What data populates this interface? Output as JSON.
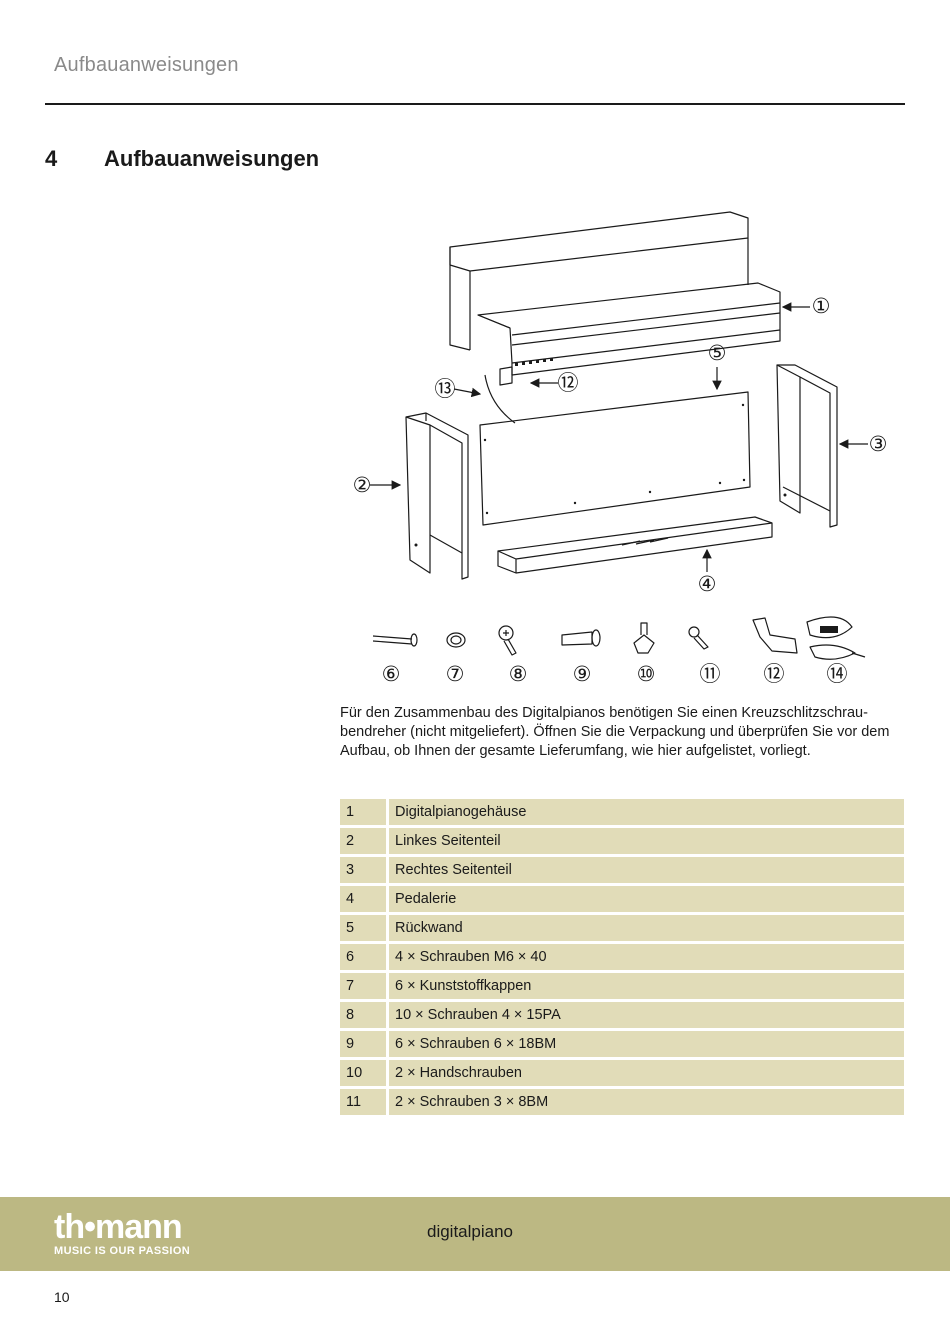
{
  "header": {
    "running_title": "Aufbauanweisungen"
  },
  "section": {
    "number": "4",
    "title": "Aufbauanweisungen"
  },
  "diagram": {
    "callouts": [
      "①",
      "②",
      "③",
      "④",
      "⑤",
      "⑥",
      "⑦",
      "⑧",
      "⑨",
      "⑩",
      "⑪",
      "⑫",
      "⑬",
      "⑭"
    ]
  },
  "intro_text": "Für den Zusammenbau des Digitalpianos benötigen Sie einen Kreuzschlitzschrau­bendreher (nicht mitgeliefert). Öffnen Sie die Verpackung und überprüfen Sie vor dem Aufbau, ob Ihnen der gesamte Lieferumfang, wie hier aufgelistet, vorliegt.",
  "parts_table": [
    {
      "num": "1",
      "item": "Digitalpianogehäuse"
    },
    {
      "num": "2",
      "item": "Linkes Seitenteil"
    },
    {
      "num": "3",
      "item": "Rechtes Seitenteil"
    },
    {
      "num": "4",
      "item": "Pedalerie"
    },
    {
      "num": "5",
      "item": "Rückwand"
    },
    {
      "num": "6",
      "item": "4 × Schrauben M6 × 40"
    },
    {
      "num": "7",
      "item": "6 × Kunststoffkappen"
    },
    {
      "num": "8",
      "item": "10 × Schrauben 4 × 15PA"
    },
    {
      "num": "9",
      "item": "6 × Schrauben 6 × 18BM"
    },
    {
      "num": "10",
      "item": "2 × Handschrauben"
    },
    {
      "num": "11",
      "item": "2 × Schrauben 3 × 8BM"
    }
  ],
  "footer": {
    "logo_wordmark": "th•mann",
    "logo_tagline": "MUSIC IS OUR PASSION",
    "product": "digitalpiano",
    "page_number": "10"
  },
  "colors": {
    "table_bg": "#e1dcb8",
    "footer_band": "#bcb883",
    "header_text": "#8a8a8a"
  }
}
